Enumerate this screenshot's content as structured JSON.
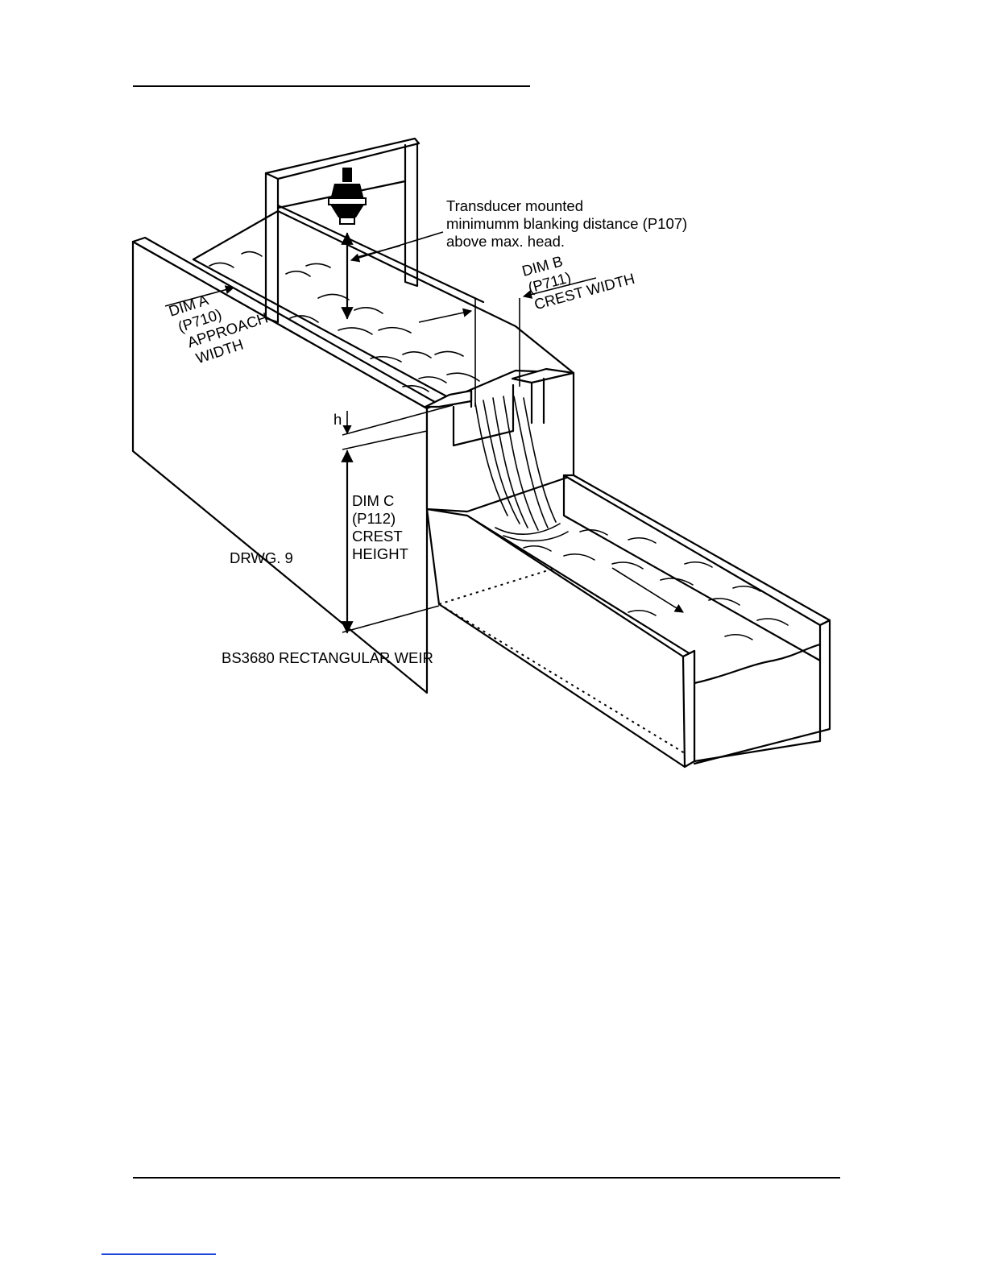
{
  "figure": {
    "title": "BS3680 RECTANGULAR WEIR",
    "drawing_ref": "DRWG. 9",
    "transducer_note": [
      "Transducer mounted",
      "minimumm blanking distance (P107)",
      "above max. head."
    ],
    "dim_a": [
      "DIM A",
      "(P710)",
      "APPROACH",
      "WIDTH"
    ],
    "dim_b": [
      "DIM B",
      "(P711)",
      "CREST WIDTH"
    ],
    "dim_c": [
      "DIM C",
      "(P112)",
      "CREST",
      "HEIGHT"
    ],
    "head_symbol": "h"
  },
  "colors": {
    "line": "#000000",
    "background": "#ffffff",
    "footer_link": "#1e44d8"
  }
}
